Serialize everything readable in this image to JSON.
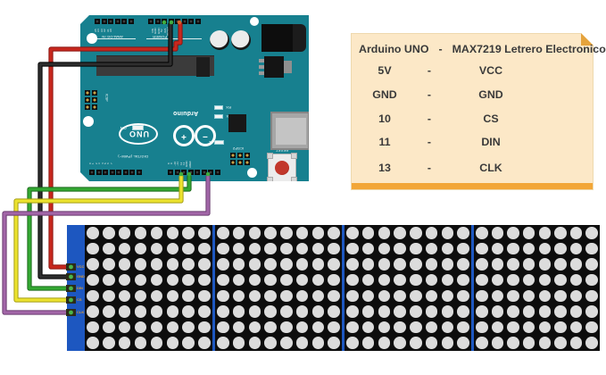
{
  "note": {
    "bg_color": "#fce8c7",
    "bar_color": "#f2a637",
    "fold_color": "#e5a33c",
    "text_color": "#3a3a3a",
    "rows": [
      {
        "left": "Arduino UNO",
        "sep": "-",
        "right": "MAX7219 Letrero Electronico"
      },
      {
        "left": "5V",
        "sep": "-",
        "right": "VCC"
      },
      {
        "left": "GND",
        "sep": "-",
        "right": "GND"
      },
      {
        "left": "10",
        "sep": "-",
        "right": "CS"
      },
      {
        "left": "11",
        "sep": "-",
        "right": "DIN"
      },
      {
        "left": "13",
        "sep": "-",
        "right": "CLK"
      }
    ]
  },
  "board": {
    "color": "#17808f",
    "labels": {
      "analog_in": "ANALOG IN",
      "power": "POWER",
      "digital": "DIGITAL (PWM~)",
      "brand": "Arduino",
      "model": "UNO",
      "on": "ON",
      "rx": "RX",
      "tx": "TX",
      "led_l": "L",
      "icsp": "ICSP",
      "icsp2": "ICSP2",
      "reset": "RESET",
      "plus": "+",
      "minus": "−"
    },
    "pin_labels": {
      "analog": [
        "A5",
        "A4",
        "A3",
        "A2",
        "A1",
        "A0"
      ],
      "power": [
        "VIN",
        "GND",
        "GND",
        "5V",
        "3V3",
        "RESET",
        "IOREF"
      ],
      "digital_left": [
        "0",
        "1",
        "2",
        "3",
        "4",
        "5",
        "6",
        "7"
      ],
      "digital_right": [
        "8",
        "9",
        "~10",
        "~11",
        "12",
        "13",
        "GND",
        "AREF"
      ]
    }
  },
  "wires": [
    {
      "name": "wire-5v-vcc",
      "from": "5V",
      "to": "VCC",
      "color": "#c8281e",
      "edge": "#8a1410"
    },
    {
      "name": "wire-gnd-gnd",
      "from": "GND",
      "to": "GND",
      "color": "#2e2e2e",
      "edge": "#000000"
    },
    {
      "name": "wire-11-din",
      "from": "11",
      "to": "DIN",
      "color": "#33a832",
      "edge": "#1d6b1c"
    },
    {
      "name": "wire-10-cs",
      "from": "10",
      "to": "CS",
      "color": "#ece32f",
      "edge": "#a59d14"
    },
    {
      "name": "wire-13-clk",
      "from": "13",
      "to": "CLK",
      "color": "#a266a8",
      "edge": "#6b3d70"
    }
  ],
  "matrix": {
    "pcb_color": "#1d57c0",
    "body_color": "#0d0d0d",
    "dot_color": "#dcdcdc",
    "segments": 4,
    "rows": 8,
    "cols_per_segment": 8,
    "pin_labels": [
      "VCC",
      "GND",
      "DIN",
      "CS",
      "CLK"
    ],
    "pin_label_color": "#dd9a30"
  }
}
